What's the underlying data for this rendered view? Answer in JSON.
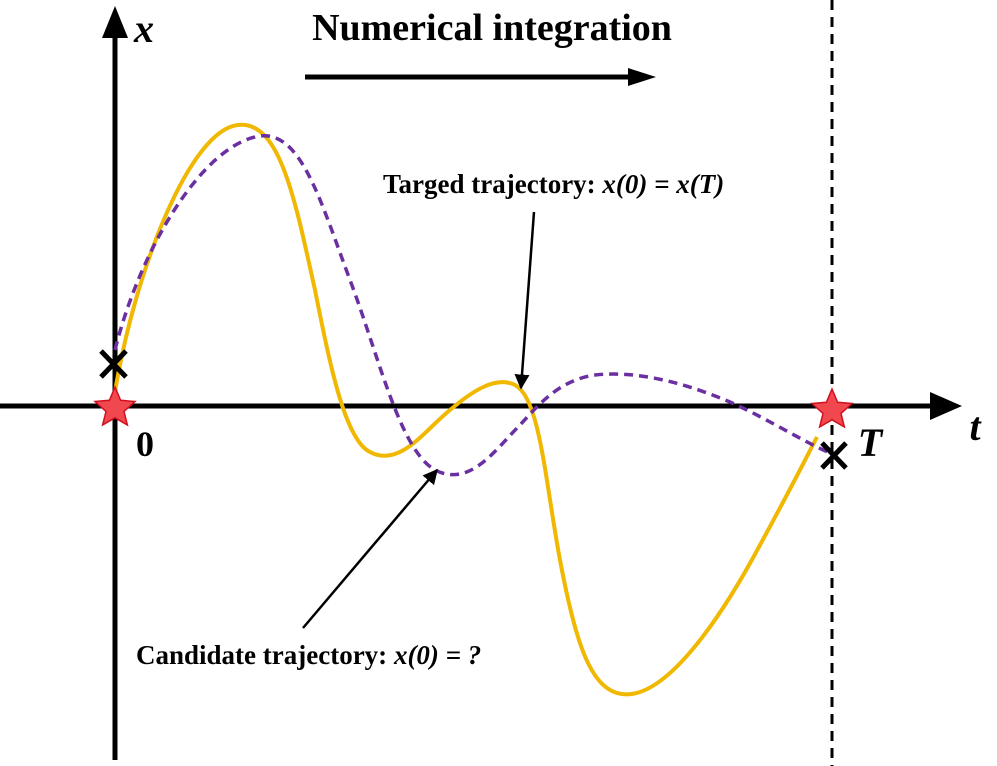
{
  "title": "Numerical integration",
  "axes": {
    "x_label": "x",
    "t_label": "t",
    "origin_label": "0",
    "end_label": "T"
  },
  "annotations": {
    "target": {
      "prefix": "Targed trajectory: ",
      "math": "x(0) = x(T)"
    },
    "candidate": {
      "prefix": "Candidate trajectory: ",
      "math": "x(0) = ?"
    }
  },
  "colors": {
    "target_curve": "#f0b800",
    "candidate_curve": "#6a2fa0",
    "star_fill": "#f0484e",
    "star_stroke": "#d01020",
    "axis": "#000000"
  },
  "markers": {
    "star": "star-icon",
    "cross": "cross-icon"
  }
}
